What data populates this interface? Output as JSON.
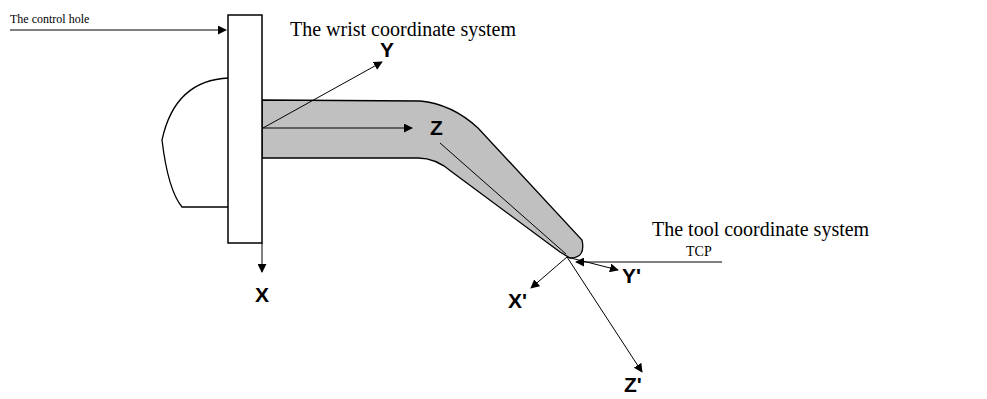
{
  "diagram": {
    "labels": [
      "The control hole",
      "The wrist coordinate system",
      "Y",
      "Z",
      "X",
      "The tool coordinate system",
      "TCP",
      "X'",
      "Y'",
      "Z'"
    ]
  }
}
